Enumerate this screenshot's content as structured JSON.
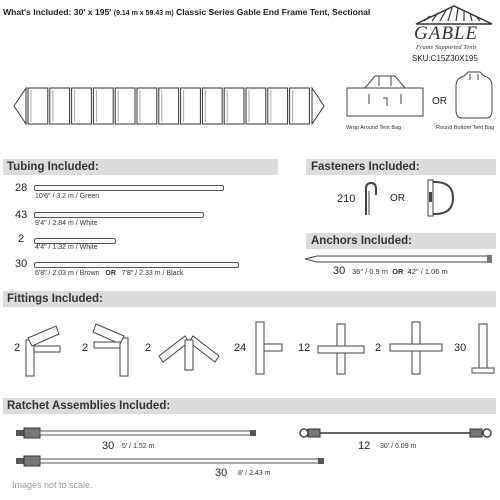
{
  "header": {
    "title": "What's Included: 30' x 195'",
    "dimensions": "(9.14 m x 59.43 m)",
    "subtitle": "Classic Series Gable End Frame Tent, Sectional",
    "brand": "GABLE",
    "brand_tagline": "Frame Supported Tents",
    "sku": "SKU:C15Z30X195"
  },
  "bags": {
    "wrap_label": "Wrap Around Tent Bag",
    "or_label": "OR",
    "round_label": "Round Bottom Tent Bag"
  },
  "tubing": {
    "title": "Tubing Included:",
    "items": [
      {
        "qty": "28",
        "spec": "10'6\" / 3.2 m  /  Green"
      },
      {
        "qty": "43",
        "spec": "9'4\" / 2.84 m  /  White"
      },
      {
        "qty": "2",
        "spec": "4'4\" / 1.32 m  /  White"
      },
      {
        "qty": "30",
        "spec_a": "6'8\" / 2.03 m  /  Brown",
        "or": "OR",
        "spec_b": "7'8\" / 2.33 m  /  Black"
      }
    ]
  },
  "fasteners": {
    "title": "Fasteners Included:",
    "qty": "210",
    "or": "OR"
  },
  "anchors": {
    "title": "Anchors Included:",
    "qty": "30",
    "spec_a": "36\" / 0.9 m",
    "or": "OR",
    "spec_b": "42\" / 1.06 m"
  },
  "fittings": {
    "title": "Fittings Included:",
    "qtys": [
      "2",
      "2",
      "2",
      "24",
      "12",
      "2",
      "30"
    ]
  },
  "ratchets": {
    "title": "Ratchet Assemblies Included:",
    "item1": {
      "qty": "30",
      "spec": "5' / 1.52 m"
    },
    "item2": {
      "qty": "12",
      "spec": "30' / 6.09 m"
    },
    "item3": {
      "qty": "30",
      "spec": "8' / 2.43 m"
    }
  },
  "footer": "Images not to scale."
}
